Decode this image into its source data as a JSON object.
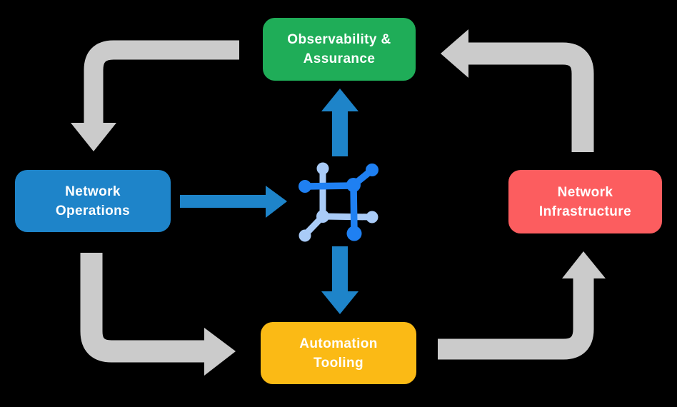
{
  "diagram": {
    "nodes": {
      "observability": {
        "label": "Observability &\nAssurance",
        "color_key": "green"
      },
      "operations": {
        "label": "Network\nOperations",
        "color_key": "blue"
      },
      "infrastructure": {
        "label": "Network\nInfrastructure",
        "color_key": "red"
      },
      "automation": {
        "label": "Automation\nTooling",
        "color_key": "yellow"
      }
    },
    "center_icon": "network-automation-icon",
    "flows": [
      {
        "from": "Observability & Assurance",
        "to": "Network Operations",
        "style": "gray-elbow"
      },
      {
        "from": "Network Infrastructure",
        "to": "Observability & Assurance",
        "style": "gray-elbow"
      },
      {
        "from": "Network Operations",
        "to": "Automation Tooling",
        "style": "gray-elbow"
      },
      {
        "from": "Automation Tooling",
        "to": "Network Infrastructure",
        "style": "gray-elbow"
      },
      {
        "from": "Network Operations",
        "to": "network-automation-icon",
        "style": "blue-straight"
      },
      {
        "from": "network-automation-icon",
        "to": "Observability & Assurance",
        "style": "blue-straight"
      },
      {
        "from": "network-automation-icon",
        "to": "Automation Tooling",
        "style": "blue-straight"
      }
    ]
  },
  "colors": {
    "background": "#000000",
    "green": "#1FAD58",
    "blue": "#1E84C9",
    "red": "#FC5D5F",
    "yellow": "#FBBA15",
    "gray": "#CBCBCB",
    "icon_blue": "#1F80F2",
    "icon_light": "#A9CBF7",
    "text": "#FFFFFF"
  }
}
